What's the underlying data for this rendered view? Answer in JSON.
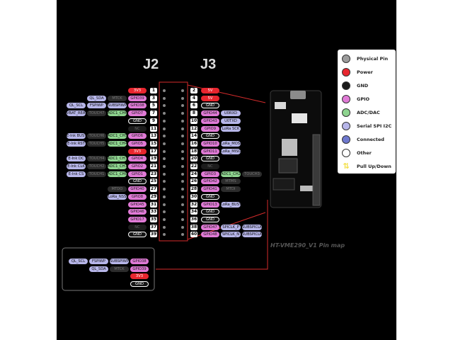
{
  "headers": {
    "left": "J2",
    "right": "J3"
  },
  "title": "HT-VME290_V1 Pin map",
  "colors": {
    "power": "#e8262f",
    "gnd": "#1a1a1a",
    "gpio": "#e07ad6",
    "adc": "#8ed48f",
    "spi": "#b7b6e9",
    "connected": "#6f79cf",
    "other": "#ffffff",
    "muted": "#2c2c2c",
    "physical": "#9c9c9c",
    "updown": "#f3e04a"
  },
  "legend": [
    {
      "label": "Physical Pin",
      "color": "#9c9c9c",
      "icon": "circle"
    },
    {
      "label": "Power",
      "color": "#e8262f",
      "icon": "circle"
    },
    {
      "label": "GND",
      "color": "#1a1a1a",
      "icon": "circle"
    },
    {
      "label": "GPIO",
      "color": "#e07ad6",
      "icon": "circle"
    },
    {
      "label": "ADC/DAC",
      "color": "#8ed48f",
      "icon": "circle"
    },
    {
      "label": "Serial SPI I2C",
      "color": "#b7b6e9",
      "icon": "circle"
    },
    {
      "label": "Connected",
      "color": "#6f79cf",
      "icon": "circle"
    },
    {
      "label": "Other",
      "color": "#ffffff",
      "icon": "circle"
    },
    {
      "label": "Pull Up/Down",
      "color": "#f3e04a",
      "icon": "updown-arrow-icon"
    }
  ],
  "j2": [
    {
      "n": "1",
      "main": "3V3",
      "t": "power",
      "extra": []
    },
    {
      "n": "3",
      "main": "GPIO39",
      "t": "gpio",
      "extra": [
        {
          "l": "MTCK",
          "t": "muted"
        },
        {
          "l": "QL_SDA",
          "t": "spi"
        }
      ]
    },
    {
      "n": "5",
      "main": "GPIO38",
      "t": "gpio",
      "extra": [
        {
          "l": "SUBSPIWP",
          "t": "spi"
        },
        {
          "l": "FSPIWP",
          "t": "spi"
        },
        {
          "l": "QL_SCL",
          "t": "spi"
        }
      ]
    },
    {
      "n": "7",
      "main": "GPIO7",
      "t": "gpio",
      "extra": [
        {
          "l": "ADC1_CH6",
          "t": "adc"
        },
        {
          "l": "TOUCH7",
          "t": "muted"
        },
        {
          "l": "VBAT_READ",
          "t": "spi"
        }
      ]
    },
    {
      "n": "9",
      "main": "GND",
      "t": "gnd",
      "extra": []
    },
    {
      "n": "11",
      "main": "NC",
      "t": "nc",
      "extra": []
    },
    {
      "n": "13",
      "main": "GPIO6",
      "t": "gpio",
      "extra": [
        {
          "l": "ADC1_CH5",
          "t": "adc"
        },
        {
          "l": "TOUCH6",
          "t": "muted"
        },
        {
          "l": "E-Ink BUSY",
          "t": "spi"
        }
      ]
    },
    {
      "n": "15",
      "main": "GPIO5",
      "t": "gpio",
      "extra": [
        {
          "l": "ADC1_CH4",
          "t": "adc"
        },
        {
          "l": "TOUCH5",
          "t": "muted"
        },
        {
          "l": "E-Ink RST",
          "t": "spi"
        }
      ]
    },
    {
      "n": "17",
      "main": "3V3",
      "t": "power",
      "extra": []
    },
    {
      "n": "19",
      "main": "GPIO4",
      "t": "gpio",
      "extra": [
        {
          "l": "ADC1_CH3",
          "t": "adc"
        },
        {
          "l": "TOUCH4",
          "t": "muted"
        },
        {
          "l": "E-Ink DC",
          "t": "spi"
        }
      ]
    },
    {
      "n": "21",
      "main": "GPIO2",
      "t": "gpio",
      "extra": [
        {
          "l": "ADC1_CH1",
          "t": "adc"
        },
        {
          "l": "TOUCH2",
          "t": "muted"
        },
        {
          "l": "E-Ink CLK",
          "t": "spi"
        }
      ]
    },
    {
      "n": "23",
      "main": "GPIO1",
      "t": "gpio",
      "extra": [
        {
          "l": "ADC1_CH0",
          "t": "adc"
        },
        {
          "l": "TOUCH1",
          "t": "muted"
        },
        {
          "l": "E-Ink CS",
          "t": "spi"
        }
      ]
    },
    {
      "n": "25",
      "main": "GND",
      "t": "gnd",
      "extra": []
    },
    {
      "n": "27",
      "main": "GPIO40",
      "t": "gpio",
      "extra": [
        {
          "l": "MTDO",
          "t": "muted"
        }
      ]
    },
    {
      "n": "29",
      "main": "GPIO8",
      "t": "gpio",
      "extra": [
        {
          "l": "LoRa_NSS",
          "t": "spi"
        }
      ]
    },
    {
      "n": "31",
      "main": "GPIO45",
      "t": "gpio",
      "extra": []
    },
    {
      "n": "33",
      "main": "GPIO46",
      "t": "gpio",
      "extra": []
    },
    {
      "n": "35",
      "main": "GPIO17",
      "t": "gpio",
      "extra": []
    },
    {
      "n": "37",
      "main": "NC",
      "t": "nc",
      "extra": []
    },
    {
      "n": "39",
      "main": "GND",
      "t": "gnd",
      "extra": []
    }
  ],
  "j3": [
    {
      "n": "2",
      "main": "5V",
      "t": "power",
      "extra": []
    },
    {
      "n": "4",
      "main": "5V",
      "t": "power",
      "extra": []
    },
    {
      "n": "6",
      "main": "GND",
      "t": "gnd",
      "extra": []
    },
    {
      "n": "8",
      "main": "GPIO44",
      "t": "gpio",
      "extra": [
        {
          "l": "U0RXD",
          "t": "spi"
        }
      ]
    },
    {
      "n": "10",
      "main": "GPIO43",
      "t": "gpio",
      "extra": [
        {
          "l": "U0TXD",
          "t": "spi"
        }
      ]
    },
    {
      "n": "12",
      "main": "GPIO9",
      "t": "gpio",
      "extra": [
        {
          "l": "LoRa SCK",
          "t": "spi"
        }
      ]
    },
    {
      "n": "14",
      "main": "GND",
      "t": "gnd",
      "extra": []
    },
    {
      "n": "16",
      "main": "GPIO10",
      "t": "gpio",
      "extra": [
        {
          "l": "LoRa_MOSI",
          "t": "spi"
        }
      ]
    },
    {
      "n": "18",
      "main": "GPIO11",
      "t": "gpio",
      "extra": [
        {
          "l": "LoRa_MISO",
          "t": "spi"
        }
      ]
    },
    {
      "n": "20",
      "main": "GND",
      "t": "gnd",
      "extra": []
    },
    {
      "n": "22",
      "main": "NC",
      "t": "nc",
      "extra": []
    },
    {
      "n": "24",
      "main": "GPIO3",
      "t": "gpio",
      "extra": [
        {
          "l": "ADC1_CH2",
          "t": "adc"
        },
        {
          "l": "TOUCH3",
          "t": "muted"
        }
      ]
    },
    {
      "n": "26",
      "main": "GPIO42",
      "t": "gpio",
      "extra": [
        {
          "l": "MTMS",
          "t": "muted"
        }
      ]
    },
    {
      "n": "28",
      "main": "GPIO41",
      "t": "gpio",
      "extra": [
        {
          "l": "MTDI",
          "t": "muted"
        }
      ]
    },
    {
      "n": "30",
      "main": "GND",
      "t": "gnd",
      "extra": []
    },
    {
      "n": "32",
      "main": "GPIO13",
      "t": "gpio",
      "extra": [
        {
          "l": "LoRa_BUSY",
          "t": "spi"
        }
      ]
    },
    {
      "n": "34",
      "main": "GND",
      "t": "gnd",
      "extra": []
    },
    {
      "n": "36",
      "main": "GND",
      "t": "gnd",
      "extra": []
    },
    {
      "n": "38",
      "main": "GPIO47",
      "t": "gpio",
      "extra": [
        {
          "l": "SPICLK_P",
          "t": "spi"
        },
        {
          "l": "SUBSPICLK_P",
          "t": "spi"
        }
      ]
    },
    {
      "n": "40",
      "main": "GPIO48",
      "t": "gpio",
      "extra": [
        {
          "l": "SPICLK_N",
          "t": "spi"
        },
        {
          "l": "SUBSPICLK_N",
          "t": "spi"
        }
      ]
    }
  ],
  "bottom": [
    {
      "main": "GPIO38",
      "t": "gpio",
      "extra": [
        {
          "l": "SUBSPIWP",
          "t": "spi"
        },
        {
          "l": "FSPIWP",
          "t": "spi"
        },
        {
          "l": "QL_SCL",
          "t": "spi"
        }
      ]
    },
    {
      "main": "GPIO39",
      "t": "gpio",
      "extra": [
        {
          "l": "MTCK",
          "t": "muted"
        },
        {
          "l": "QL_SDA",
          "t": "spi"
        }
      ]
    },
    {
      "main": "3V3",
      "t": "power",
      "extra": []
    },
    {
      "main": "GND",
      "t": "gnd",
      "extra": []
    }
  ]
}
